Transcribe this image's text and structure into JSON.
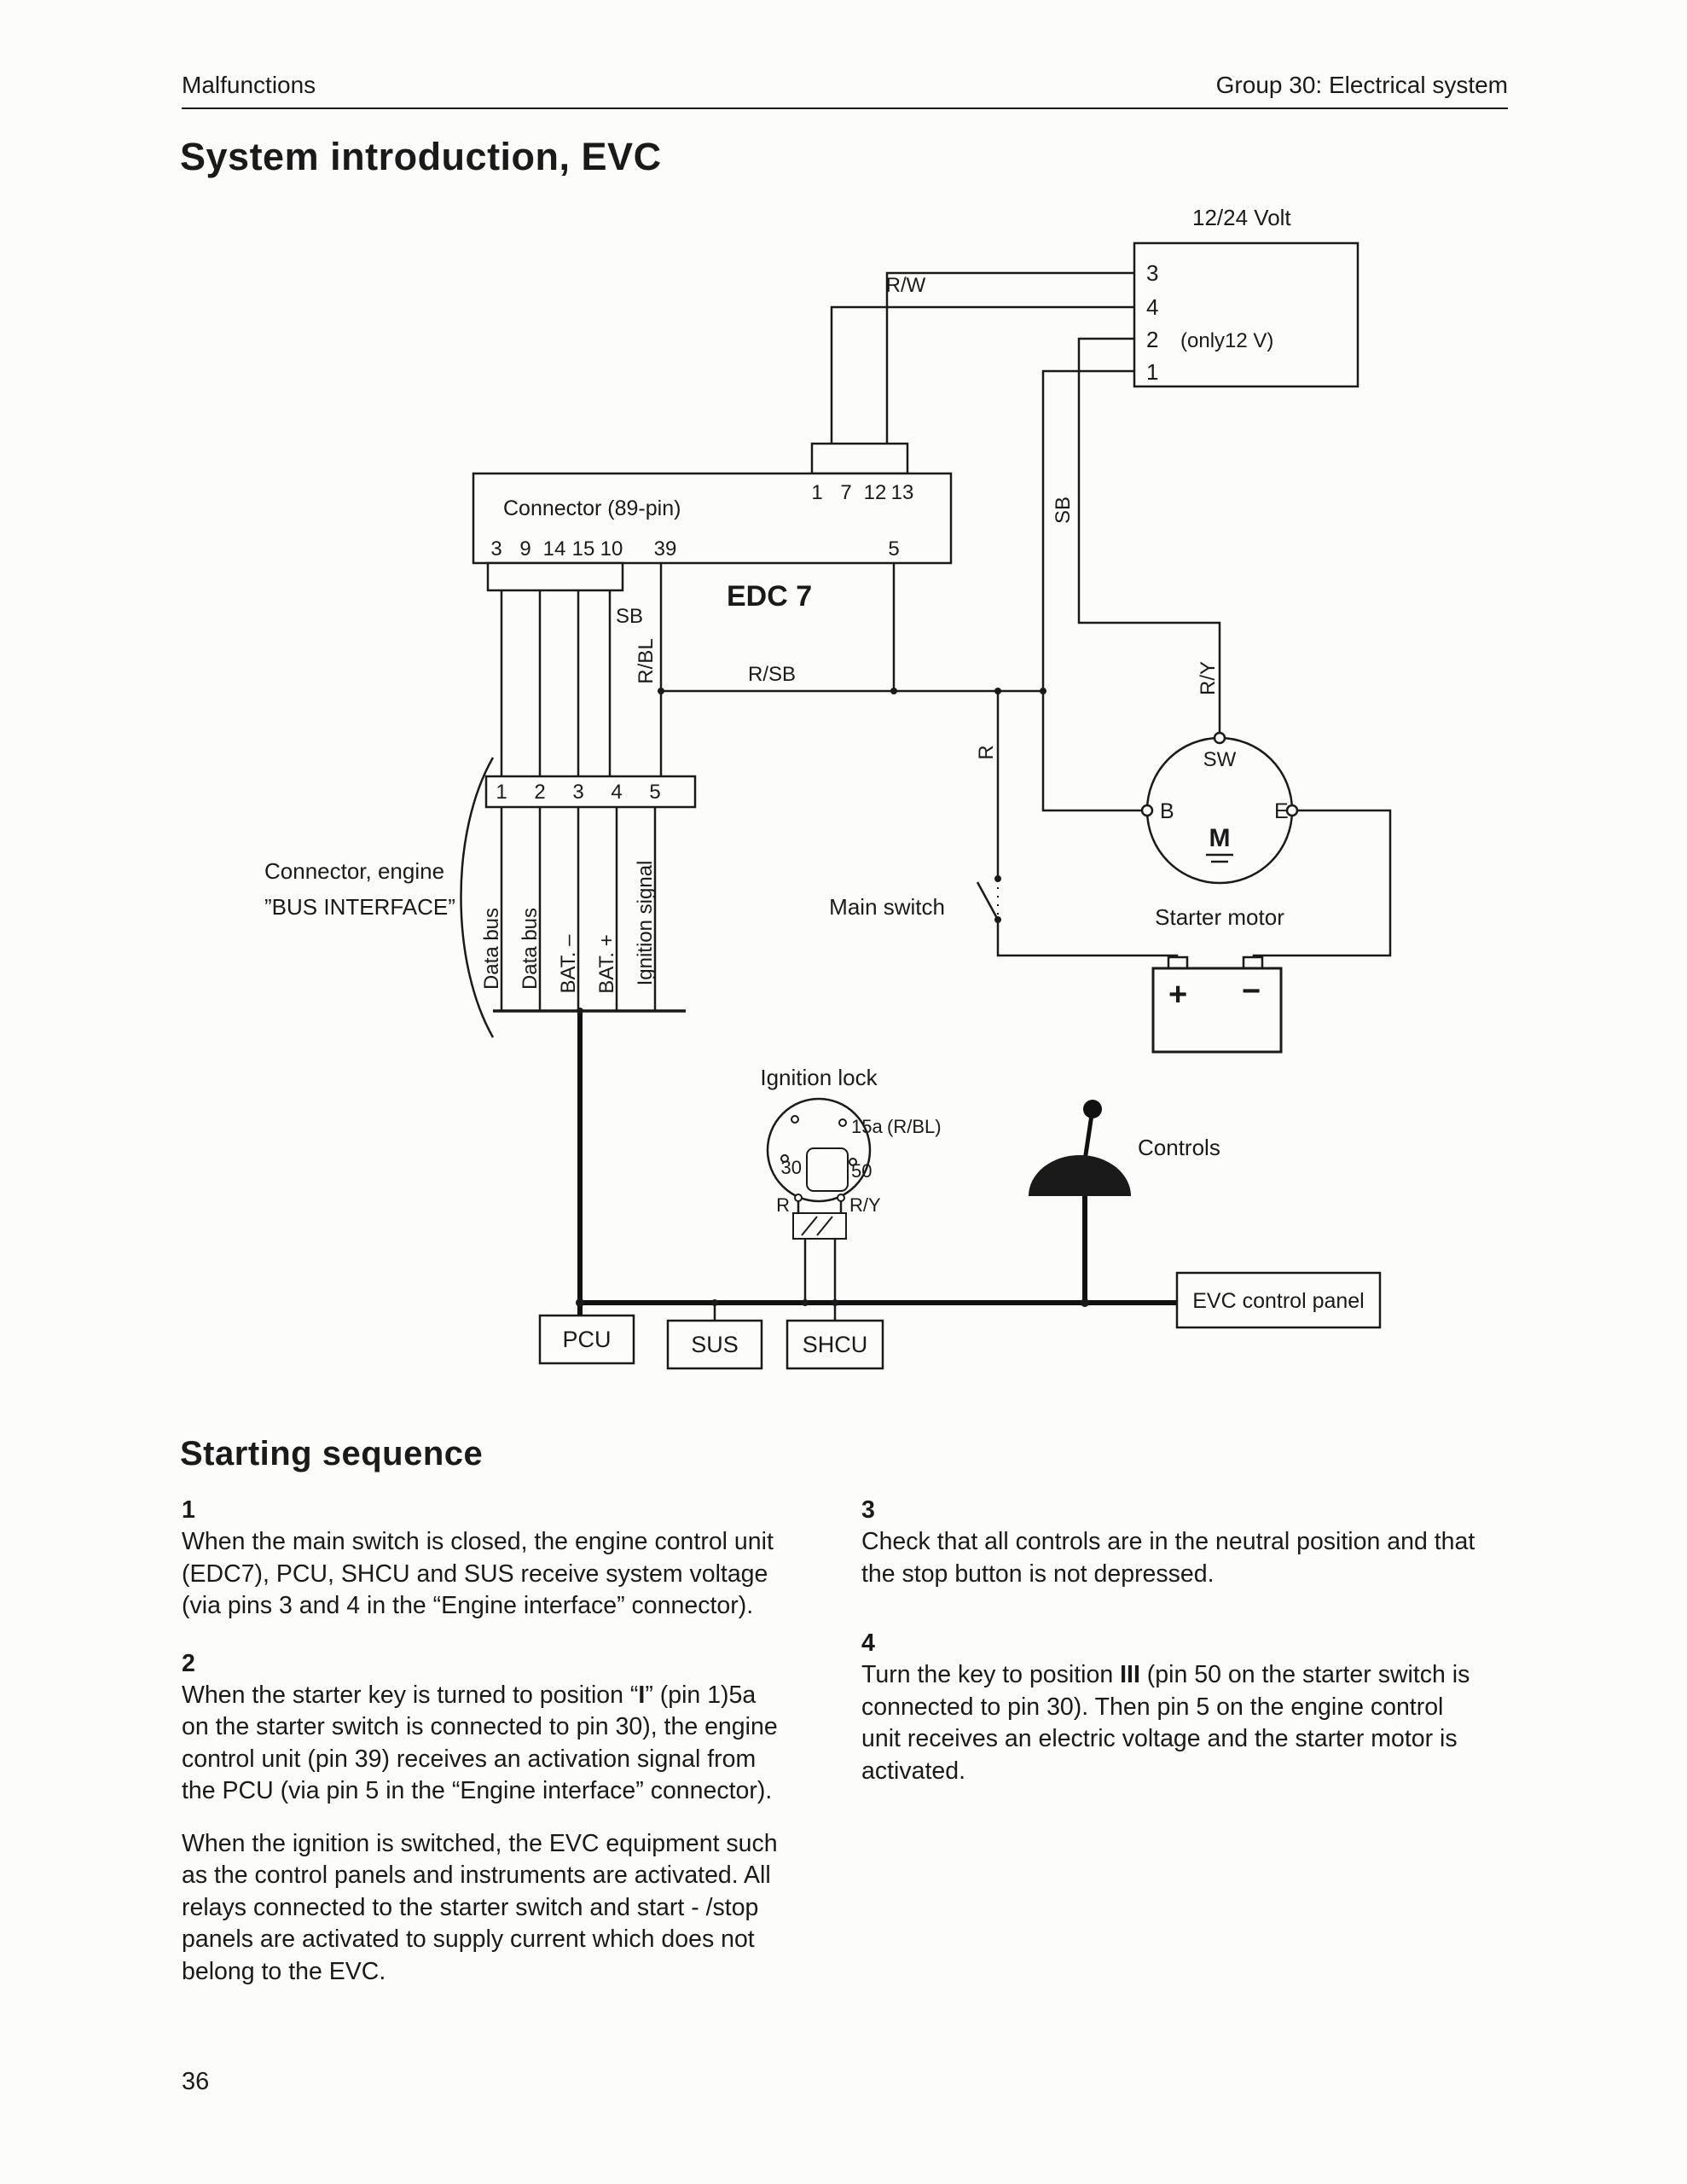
{
  "header": {
    "left": "Malfunctions",
    "right": "Group 30: Electrical system"
  },
  "title": "System introduction, EVC",
  "page_number": "36",
  "diagram": {
    "power": {
      "title": "12/24 Volt",
      "pin3": "3",
      "pin4": "4",
      "pin2": "2",
      "note": "(only12 V)",
      "pin1": "1"
    },
    "edc": {
      "name": "EDC 7",
      "connector": "Connector (89-pin)",
      "top_pins": [
        "1",
        "7",
        "12",
        "13"
      ],
      "bottom_pins": [
        "3",
        "9",
        "14",
        "15",
        "10",
        "39"
      ],
      "pin5": "5"
    },
    "labels": {
      "rw": "R/W",
      "sb_a": "SB",
      "sb_b": "SB",
      "rbl": "R/BL",
      "rsb": "R/SB",
      "ry": "R/Y",
      "r": "R",
      "sw": "SW",
      "main_switch": "Main switch",
      "starter": "Starter motor",
      "controls": "Controls",
      "evc_panel": "EVC control panel",
      "ignition": "Ignition lock",
      "conn_engine_1": "Connector, engine",
      "conn_engine_2": "”BUS INTERFACE”"
    },
    "starter": {
      "b": "B",
      "e": "E",
      "m": "M"
    },
    "battery": {
      "plus": "+",
      "minus": "−"
    },
    "bus": {
      "pins": [
        "1",
        "2",
        "3",
        "4",
        "5"
      ],
      "signals": [
        "Data bus",
        "Data bus",
        "BAT. –",
        "BAT. +",
        "Ignition signal"
      ]
    },
    "lock": {
      "t15a": "15a",
      "t15a_wire": "(R/BL)",
      "t30": "30",
      "t50": "50",
      "r": "R",
      "ry": "R/Y"
    },
    "units": [
      "PCU",
      "SUS",
      "SHCU"
    ]
  },
  "seq": {
    "heading": "Starting sequence",
    "n1": "1",
    "p1": "When the main switch is closed, the engine control unit (EDC7), PCU, SHCU and SUS receive system voltage (via pins 3 and 4 in the “Engine interface” connector).",
    "n2": "2",
    "p2_pre": "When the starter key is turned to position “",
    "p2_bold": "I",
    "p2_post": "” (pin 1)5a on the starter switch is connected to pin 30), the engine control unit (pin 39) receives an activation signal from the PCU (via pin 5 in the “Engine interface” connector).",
    "p2b": "When the ignition is switched, the EVC equipment such as the control panels and instruments are activated. All relays connected to the starter switch and start - /stop panels are activated to supply current which does not belong to the EVC.",
    "n3": "3",
    "p3": "Check that all controls are in the neutral position and that the stop button is not depressed.",
    "n4": "4",
    "p4_pre": "Turn the key to position ",
    "p4_bold": "III",
    "p4_post": " (pin 50 on the starter switch is connected to pin 30). Then pin 5 on the engine control unit receives an electric voltage and the starter motor is activated."
  }
}
